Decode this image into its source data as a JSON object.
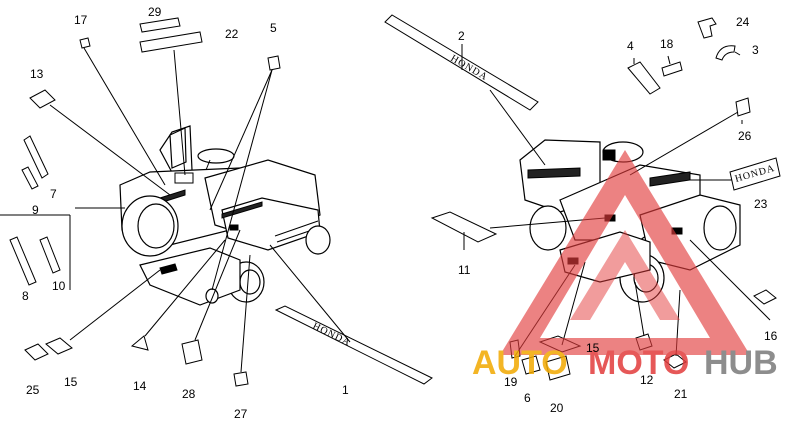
{
  "labels": {
    "n1": "1",
    "n2": "2",
    "n3": "3",
    "n4": "4",
    "n5": "5",
    "n6": "6",
    "n7": "7",
    "n8": "8",
    "n9": "9",
    "n10": "10",
    "n11": "11",
    "n12": "12",
    "n13": "13",
    "n14": "14",
    "n15a": "15",
    "n15b": "15",
    "n16": "16",
    "n17": "17",
    "n18": "18",
    "n19": "19",
    "n20": "20",
    "n21": "21",
    "n22": "22",
    "n23": "23",
    "n24": "24",
    "n25": "25",
    "n26": "26",
    "n27": "27",
    "n28": "28",
    "n29": "29"
  },
  "decals": {
    "honda_stripe_top": "HONDA",
    "honda_stripe_bottom": "HONDA",
    "honda_badge": "HONDA"
  },
  "watermark": {
    "part1": "AUTO",
    "part2": "MOTO",
    "part3": "HUB",
    "colors": {
      "auto": "#f2a900",
      "moto": "#e23c3c",
      "hub": "#7a7a7a"
    }
  }
}
